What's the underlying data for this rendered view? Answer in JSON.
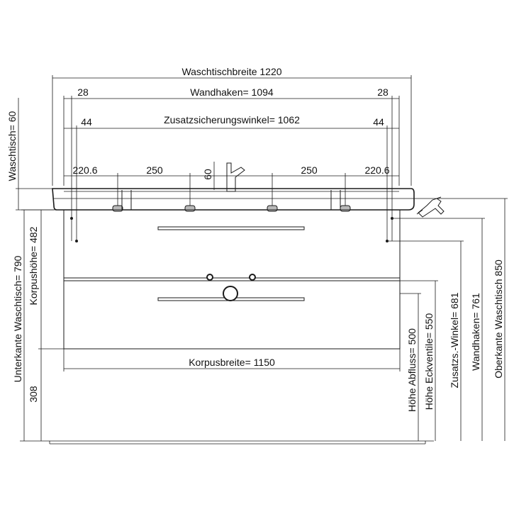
{
  "dimensions": {
    "waschtischbreite": "Waschtischbreite 1220",
    "wandhaken_width": "Wandhaken= 1094",
    "wandhaken_offset_left": "28",
    "wandhaken_offset_right": "28",
    "zusatzsicherungswinkel": "Zusatzsicherungswinkel= 1062",
    "winkel_offset_left": "44",
    "winkel_offset_right": "44",
    "hook_outer_left": "220.6",
    "hook_spacing_left": "250",
    "hook_spacing_right": "250",
    "hook_outer_right": "220.6",
    "faucet_height": "60",
    "waschtisch_thickness": "Waschtisch= 60",
    "unterkante_waschtisch": "Unterkante Waschtisch= 790",
    "korpushoehe": "Korpushöhe= 482",
    "bottom_clearance": "308",
    "korpusbreite": "Korpusbreite= 1150",
    "hoehe_abfluss": "Höhe Abfluss= 500",
    "hoehe_eckventile": "Höhe Eckventile= 550",
    "zusatz_winkel": "Zusatzs.-Winkel= 681",
    "wandhaken_height": "Wandhaken= 761",
    "oberkante_waschtisch": "Oberkante Waschtisch 850"
  },
  "icons": {
    "drill": "drill-icon",
    "faucet": "faucet-icon"
  },
  "colors": {
    "line": "#1a1a1a",
    "hook_fill": "#b9b9b9",
    "background": "#ffffff"
  }
}
